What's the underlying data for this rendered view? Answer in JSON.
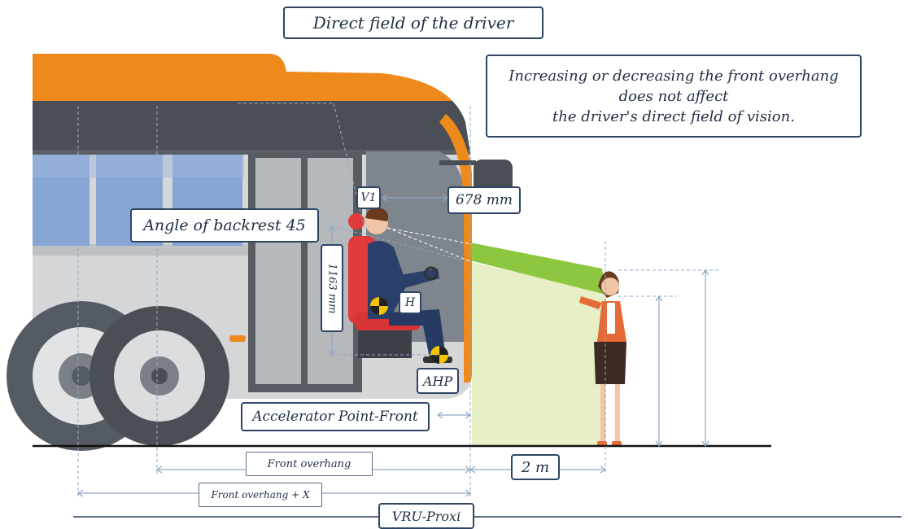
{
  "title": "Direct field of the driver",
  "note": {
    "line1": "Increasing or decreasing the front overhang",
    "line2": "does not affect",
    "line3": "the driver's direct field of vision."
  },
  "labels": {
    "backrest": "Angle of backrest 45",
    "v1": "V1",
    "v1_distance": "678 mm",
    "h_point": "H",
    "vertical_distance": "1163 mm",
    "ahp": "AHP",
    "accelerator": "Accelerator Point-Front",
    "front_overhang": "Front overhang",
    "two_m": "2 m",
    "front_overhang_x": "Front overhang + X",
    "vru_proxi": "VRU-Proxi"
  },
  "colors": {
    "bus_orange": "#ee8a1c",
    "bus_dark": "#4a4e55",
    "bus_grey": "#d4d6d8",
    "window_blue": "#86a6d4",
    "sight_green": "#8dc63f",
    "field_green": "#e6efc6",
    "label_border": "#2e4566",
    "dim_line": "#8fa8c8"
  },
  "icons": {
    "driver": "seated-driver-figure",
    "pedestrian": "standing-woman-figure",
    "bus": "bus-front-side-view"
  }
}
